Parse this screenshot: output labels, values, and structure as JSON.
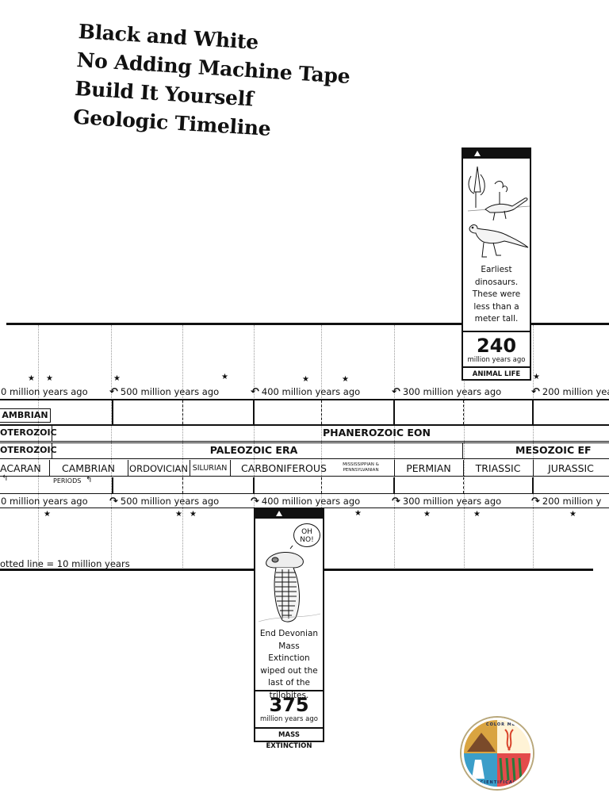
{
  "title": {
    "lines": [
      "Black and White",
      "No Adding Machine Tape",
      "Build It Yourself",
      "Geologic Timeline"
    ]
  },
  "timeline": {
    "top_markers": [
      {
        "arrow": "",
        "text": "0 million years ago"
      },
      {
        "arrow": "↶",
        "text": "500 million years ago"
      },
      {
        "arrow": "↶",
        "text": "400 million years ago"
      },
      {
        "arrow": "↶",
        "text": "300 million years ago"
      },
      {
        "arrow": "↶",
        "text": "200 million yea"
      }
    ],
    "bottom_markers": [
      {
        "arrow": "",
        "text": "0 million years ago"
      },
      {
        "arrow": "↷",
        "text": "500 million years ago"
      },
      {
        "arrow": "↷",
        "text": "400 million years ago"
      },
      {
        "arrow": "↷",
        "text": "300 million years ago"
      },
      {
        "arrow": "↷",
        "text": "200 million y"
      }
    ],
    "eon_row": {
      "left": "OTEROZOIC",
      "main": "PHANEROZOIC EON"
    },
    "era_row": {
      "left": "OTEROZOIC",
      "paleozoic": "PALEOZOIC ERA",
      "mesozoic": "MESOZOIC EF"
    },
    "cambrian_box": "AMBRIAN",
    "periods": [
      "ACARAN",
      "CAMBRIAN",
      "ORDOVICIAN",
      "SILURIAN",
      "CARBONIFEROUS",
      "PERMIAN",
      "TRIASSIC",
      "JURASSIC"
    ],
    "carboniferous_note": [
      "MISSISSIPPIAN &",
      "PENNSYLVANIAN"
    ],
    "periods_label": "PERIODS",
    "scale_note": "otted line = 10 million years"
  },
  "cards": {
    "dinosaur": {
      "text": [
        "Earliest",
        "dinosaurs.",
        "These were",
        "less than a",
        "meter tall."
      ],
      "number": "240",
      "unit": "million years ago",
      "tag": "ANIMAL LIFE"
    },
    "trilobite": {
      "bubble": [
        "OH",
        "NO!"
      ],
      "text": [
        "End Devonian",
        "Mass Extinction",
        "wiped out the",
        "last of the",
        "trilobites."
      ],
      "number": "375",
      "unit": "million years ago",
      "tag": "MASS EXTINCTION"
    }
  },
  "logo": {
    "top_text": "COLOR ME",
    "bottom_text": "SCIENTIFICALLY",
    "colors": [
      "#7a4a2a",
      "#d9a441",
      "#3b9ec9",
      "#e34b4b"
    ]
  }
}
